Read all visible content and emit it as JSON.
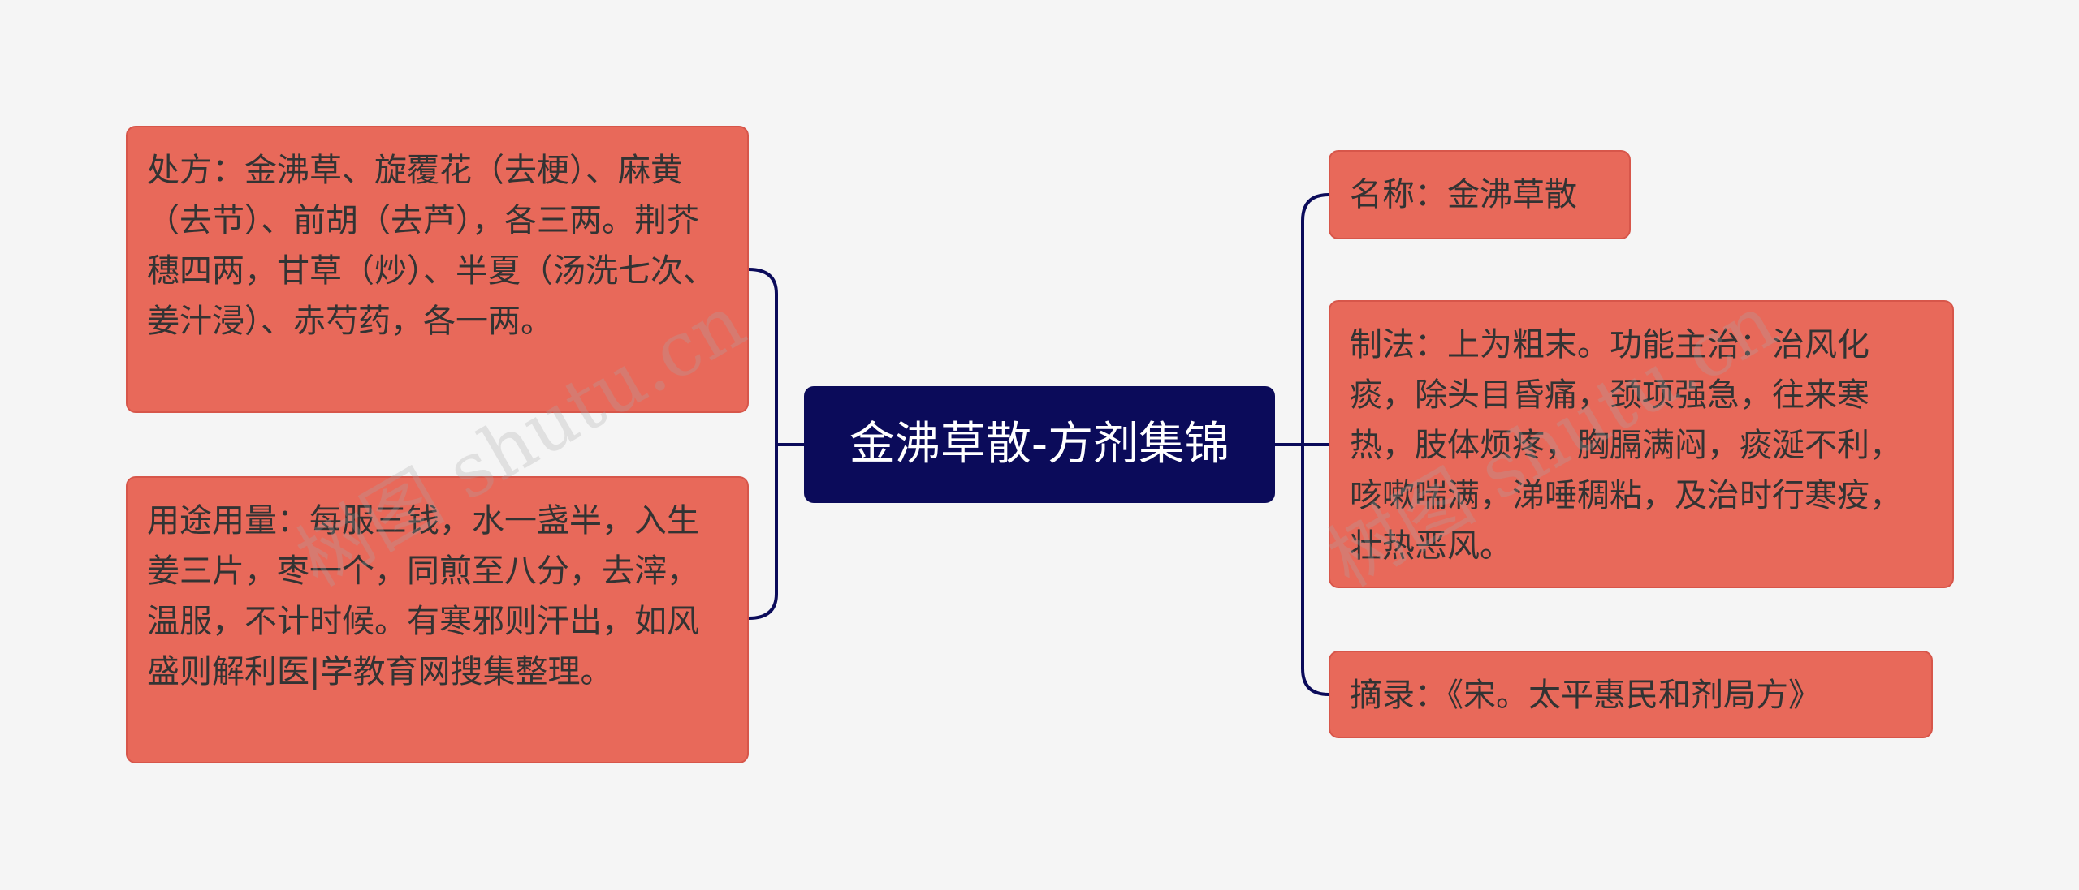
{
  "root": {
    "title": "金沸草散-方剂集锦"
  },
  "left": [
    {
      "text": "处方：金沸草、旋覆花（去梗）、麻黄（去节）、前胡（去芦），各三两。荆芥穗四两，甘草（炒）、半夏（汤洗七次、姜汁浸）、赤芍药，各一两。"
    },
    {
      "text": "用途用量：每服三钱，水一盏半，入生姜三片，枣一个，同煎至八分，去滓，温服，不计时候。有寒邪则汗出，如风盛则解利医|学教育网搜集整理。"
    }
  ],
  "right": [
    {
      "text": "名称：金沸草散"
    },
    {
      "text": "制法：上为粗末。功能主治：治风化痰，除头目昏痛，颈项强急，往来寒热，肢体烦疼，胸膈满闷，痰涎不利，咳嗽喘满，涕唾稠粘，及治时行寒疫，壮热恶风。"
    },
    {
      "text": "摘录：《宋。太平惠民和剂局方》"
    }
  ],
  "watermark": {
    "text": "树图 shutu.cn"
  },
  "colors": {
    "root_bg": "#0b0b5a",
    "node_bg": "#e8695a",
    "line": "#0b0b5a",
    "background": "#f5f5f5"
  }
}
